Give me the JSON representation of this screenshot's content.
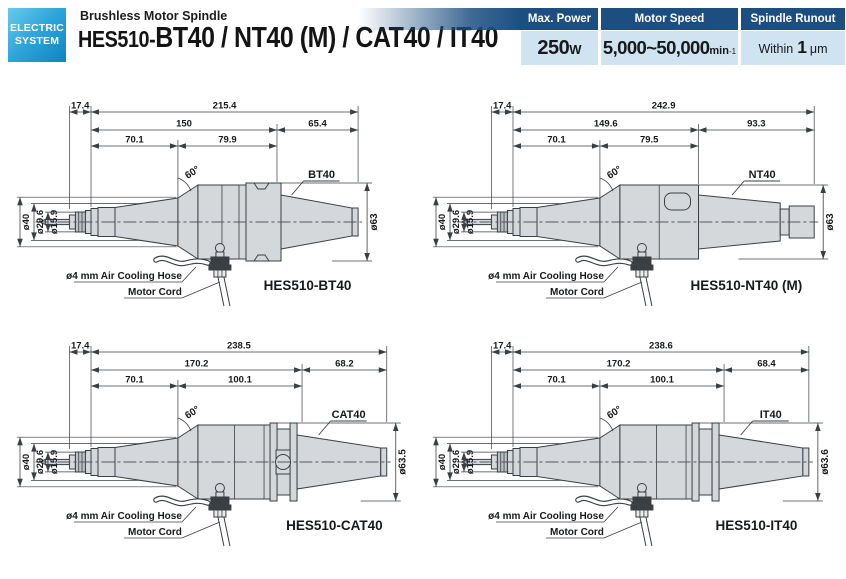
{
  "header": {
    "badge": {
      "line1": "ELECTRIC",
      "line2": "SYSTEM"
    },
    "subtitle": "Brushless Motor Spindle",
    "title_prefix": "HES510-",
    "title_models": "BT40 / NT40 (M) / CAT40 / IT40",
    "spec_columns": [
      {
        "header": "Max. Power",
        "prefix": "",
        "value": "250",
        "unit": "W",
        "unit_sup": ""
      },
      {
        "header": "Motor Speed",
        "prefix": "",
        "value": "5,000~50,000",
        "unit": "min",
        "unit_sup": "-1"
      },
      {
        "header": "Spindle Runout",
        "prefix": "Within",
        "value": "1",
        "unit": "μm",
        "unit_sup": ""
      }
    ],
    "colors": {
      "header_blue": "#1c4f80",
      "value_bg": "#cfe3f1",
      "badge_gradient_start": "#67caed",
      "badge_gradient_end": "#0e83c3"
    }
  },
  "drawings": [
    {
      "id": "bt40",
      "caption": "HES510-BT40",
      "taper_label": "BT40",
      "flange": "BT",
      "dims": {
        "protrusion": "17.4",
        "overall": "215.4",
        "front": "150",
        "rear": "65.4",
        "seg_a": "70.1",
        "seg_b": "79.9"
      },
      "diameters": {
        "left": [
          "ø40",
          "ø29.6",
          "ø15.9"
        ],
        "right": "ø63"
      },
      "angle": "60°",
      "hose": "ø4 mm Air Cooling Hose",
      "cord": "Motor Cord"
    },
    {
      "id": "nt40",
      "caption": "HES510-NT40 (M)",
      "taper_label": "NT40",
      "flange": "NT",
      "dims": {
        "protrusion": "17.4",
        "overall": "242.9",
        "front": "149.6",
        "rear": "93.3",
        "seg_a": "70.1",
        "seg_b": "79.5"
      },
      "diameters": {
        "left": [
          "ø40",
          "ø29.6",
          "ø15.9"
        ],
        "right": "ø63"
      },
      "angle": "60°",
      "hose": "ø4 mm Air Cooling Hose",
      "cord": "Motor Cord"
    },
    {
      "id": "cat40",
      "caption": "HES510-CAT40",
      "taper_label": "CAT40",
      "flange": "CAT",
      "dims": {
        "protrusion": "17.4",
        "overall": "238.5",
        "front": "170.2",
        "rear": "68.2",
        "seg_a": "70.1",
        "seg_b": "100.1"
      },
      "diameters": {
        "left": [
          "ø40",
          "ø29.6",
          "ø15.9"
        ],
        "right": "ø63.5"
      },
      "angle": "60°",
      "hose": "ø4 mm Air Cooling Hose",
      "cord": "Motor Cord"
    },
    {
      "id": "it40",
      "caption": "HES510-IT40",
      "taper_label": "IT40",
      "flange": "IT",
      "dims": {
        "protrusion": "17.4",
        "overall": "238.6",
        "front": "170.2",
        "rear": "68.4",
        "seg_a": "70.1",
        "seg_b": "100.1"
      },
      "diameters": {
        "left": [
          "ø40",
          "ø29.6",
          "ø15.9"
        ],
        "right": "ø63.6"
      },
      "angle": "60°",
      "hose": "ø4 mm Air Cooling Hose",
      "cord": "Motor Cord"
    }
  ],
  "drawing_style": {
    "body_fill": "#d4d8db",
    "line_color": "#3a3f44",
    "centerline": "#53585c"
  }
}
